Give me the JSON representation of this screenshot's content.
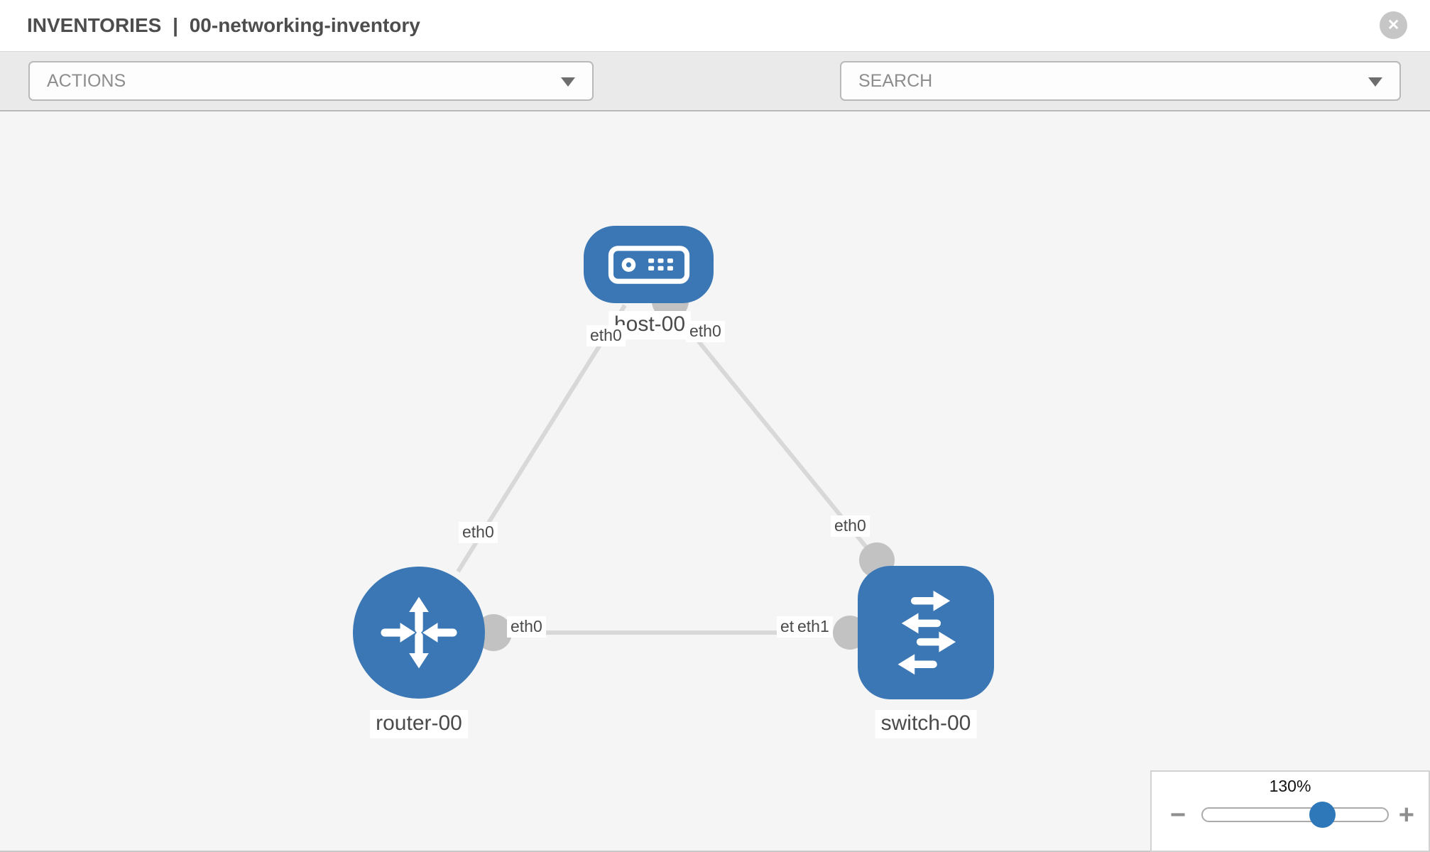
{
  "header": {
    "section": "INVENTORIES",
    "separator": "|",
    "inventory_name": "00-networking-inventory",
    "close_icon": "✕"
  },
  "toolbar": {
    "actions_label": "ACTIONS",
    "search_placeholder": "SEARCH",
    "icons": [
      "wrench-icon",
      "key-icon"
    ]
  },
  "diagram": {
    "nodes": [
      {
        "id": "host-00",
        "type": "host",
        "label": "host-00"
      },
      {
        "id": "router-00",
        "type": "router",
        "label": "router-00"
      },
      {
        "id": "switch-00",
        "type": "switch",
        "label": "switch-00"
      }
    ],
    "links": [
      {
        "from": "host-00",
        "from_iface": "eth0",
        "to": "router-00",
        "to_iface": "eth0"
      },
      {
        "from": "host-00",
        "from_iface": "eth0",
        "to": "switch-00",
        "to_iface": "eth0"
      },
      {
        "from": "router-00",
        "from_iface": "eth0",
        "to": "switch-00",
        "to_iface": "eth1"
      }
    ],
    "iface_labels": {
      "host_to_router": "eth0",
      "host_to_switch": "eth0",
      "router_to_host": "eth0",
      "switch_to_host": "eth0",
      "router_to_switch": "eth0",
      "switch_to_router": "eth1",
      "switch_to_router_overlapped": "eth0"
    }
  },
  "zoom_control": {
    "value": "130%",
    "minus_label": "−",
    "plus_label": "+"
  },
  "colors": {
    "node_blue": "#3a77b4",
    "link_gray": "#d8d8d8",
    "port_gray": "#c2c2c2",
    "accent_blue": "#2e77b8",
    "toolbar_gray": "#eaeaea"
  }
}
